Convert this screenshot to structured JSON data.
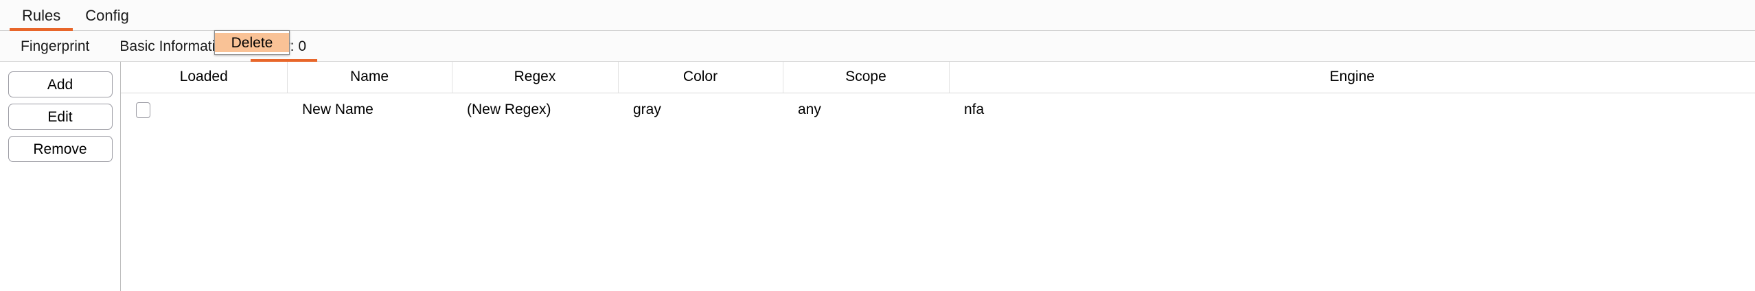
{
  "primary_tabs": [
    {
      "label": "Rules",
      "active": true
    },
    {
      "label": "Config",
      "active": false
    }
  ],
  "secondary_tabs": [
    {
      "label": "Fingerprint",
      "active": false
    },
    {
      "label": "Basic Information",
      "active": false
    },
    {
      "label": "New: 0",
      "active": true
    }
  ],
  "side_actions": [
    {
      "label": "Add"
    },
    {
      "label": "Edit"
    },
    {
      "label": "Remove"
    }
  ],
  "table": {
    "columns": [
      "Loaded",
      "Name",
      "Regex",
      "Color",
      "Scope",
      "Engine"
    ],
    "rows": [
      {
        "loaded": false,
        "name": "New Name",
        "regex": "(New Regex)",
        "color": "gray",
        "scope": "any",
        "engine": "nfa"
      }
    ]
  },
  "context_menu": {
    "items": [
      {
        "label": "Delete",
        "highlighted": true
      }
    ]
  },
  "colors": {
    "accent": "#e8662a",
    "menu_highlight": "#f9c296",
    "panel_background": "#fbfbfb",
    "border": "#d2d2d2"
  }
}
